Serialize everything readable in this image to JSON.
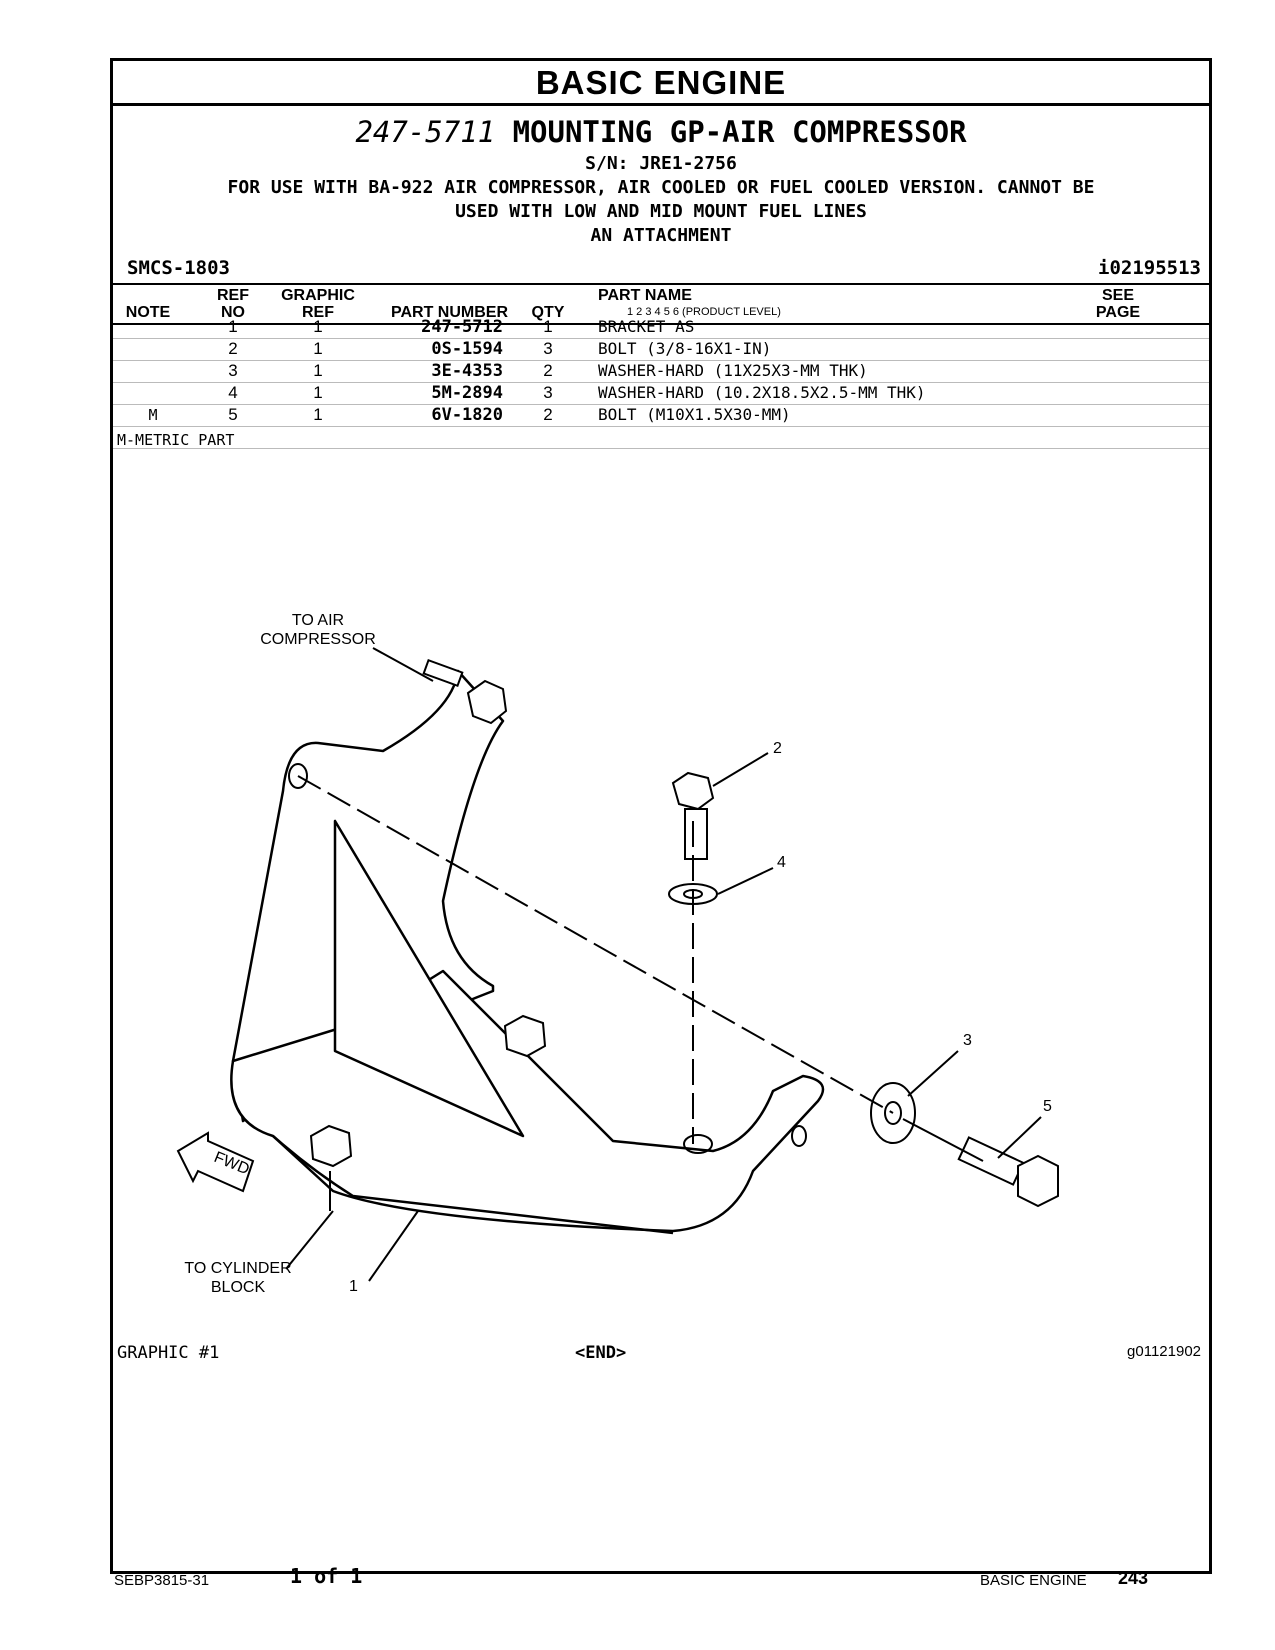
{
  "header": {
    "section_title": "BASIC  ENGINE"
  },
  "title": {
    "part_number": "247-5711",
    "name": "MOUNTING GP-AIR COMPRESSOR",
    "serial": "S/N: JRE1-2756",
    "note_line1": "FOR USE WITH BA-922 AIR COMPRESSOR, AIR COOLED OR FUEL COOLED VERSION. CANNOT BE",
    "note_line2": "USED WITH LOW AND MID MOUNT FUEL LINES",
    "note_line3": "AN ATTACHMENT"
  },
  "smcs": "SMCS-1803",
  "info_id": "i02195513",
  "table": {
    "headers": {
      "note": "NOTE",
      "ref_no_1": "REF",
      "ref_no_2": "NO",
      "graphic_ref_1": "GRAPHIC",
      "graphic_ref_2": "REF",
      "part_number": "PART NUMBER",
      "qty": "QTY",
      "part_name": "PART NAME",
      "levels": "1   2   3   4   5   6   (PRODUCT LEVEL)",
      "see_page_1": "SEE",
      "see_page_2": "PAGE"
    },
    "rows": [
      {
        "note": "",
        "ref": "1",
        "gref": "1",
        "pn": "247-5712",
        "qty": "1",
        "name": "BRACKET AS"
      },
      {
        "note": "",
        "ref": "2",
        "gref": "1",
        "pn": "0S-1594",
        "qty": "3",
        "name": "BOLT (3/8-16X1-IN)"
      },
      {
        "note": "",
        "ref": "3",
        "gref": "1",
        "pn": "3E-4353",
        "qty": "2",
        "name": "WASHER-HARD (11X25X3-MM THK)"
      },
      {
        "note": "",
        "ref": "4",
        "gref": "1",
        "pn": "5M-2894",
        "qty": "3",
        "name": "WASHER-HARD (10.2X18.5X2.5-MM THK)"
      },
      {
        "note": "M",
        "ref": "5",
        "gref": "1",
        "pn": "6V-1820",
        "qty": "2",
        "name": "BOLT (M10X1.5X30-MM)"
      }
    ],
    "footnote": "M-METRIC PART"
  },
  "graphic": {
    "label_air_1": "TO AIR",
    "label_air_2": "COMPRESSOR",
    "label_block_1": "TO CYLINDER",
    "label_block_2": "BLOCK",
    "fwd": "FWD",
    "callouts": [
      "1",
      "2",
      "3",
      "4",
      "5"
    ],
    "caption": "GRAPHIC #1",
    "end": "<END>",
    "graphic_id": "g01121902"
  },
  "footer": {
    "doc_id": "SEBP3815-31",
    "pages": "1 of 1",
    "section": "BASIC ENGINE",
    "page_number": "243"
  }
}
